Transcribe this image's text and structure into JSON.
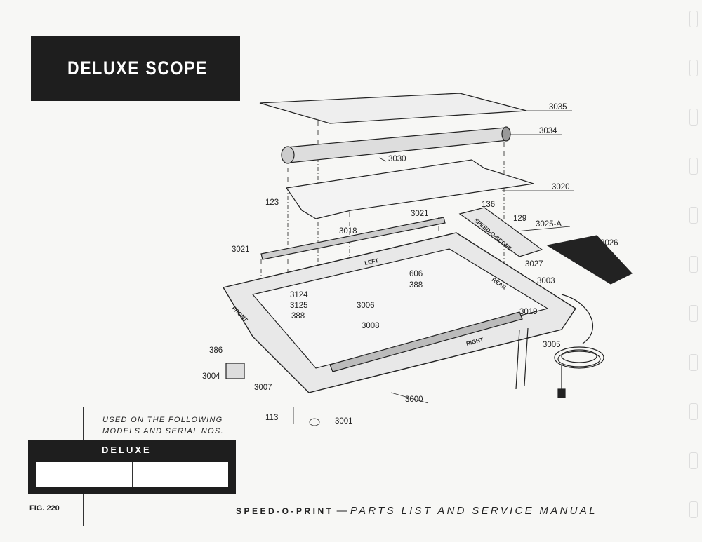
{
  "page": {
    "title": "DELUXE SCOPE",
    "used_on_line1": "USED ON THE FOLLOWING",
    "used_on_line2": "MODELS AND SERIAL NOS.",
    "models_header": "DELUXE",
    "figure": "FIG. 220",
    "footer_brand": "SPEED-O-PRINT",
    "footer_dash": " — ",
    "footer_subtitle": "PARTS LIST AND SERVICE MANUAL"
  },
  "diagram": {
    "part_labels": {
      "left": "LEFT",
      "right": "RIGHT",
      "front": "FRONT",
      "rear": "REAR",
      "plate": "SPEED-O-SCOPE"
    },
    "callouts": [
      "3035",
      "3034",
      "3030",
      "3020",
      "123",
      "136",
      "3021",
      "129",
      "3025-A",
      "3026",
      "3018",
      "3021",
      "606",
      "388",
      "3027",
      "3003",
      "3124",
      "3125",
      "388",
      "3006",
      "3019",
      "3008",
      "386",
      "3005",
      "3004",
      "3007",
      "3000",
      "113",
      "3001"
    ]
  }
}
